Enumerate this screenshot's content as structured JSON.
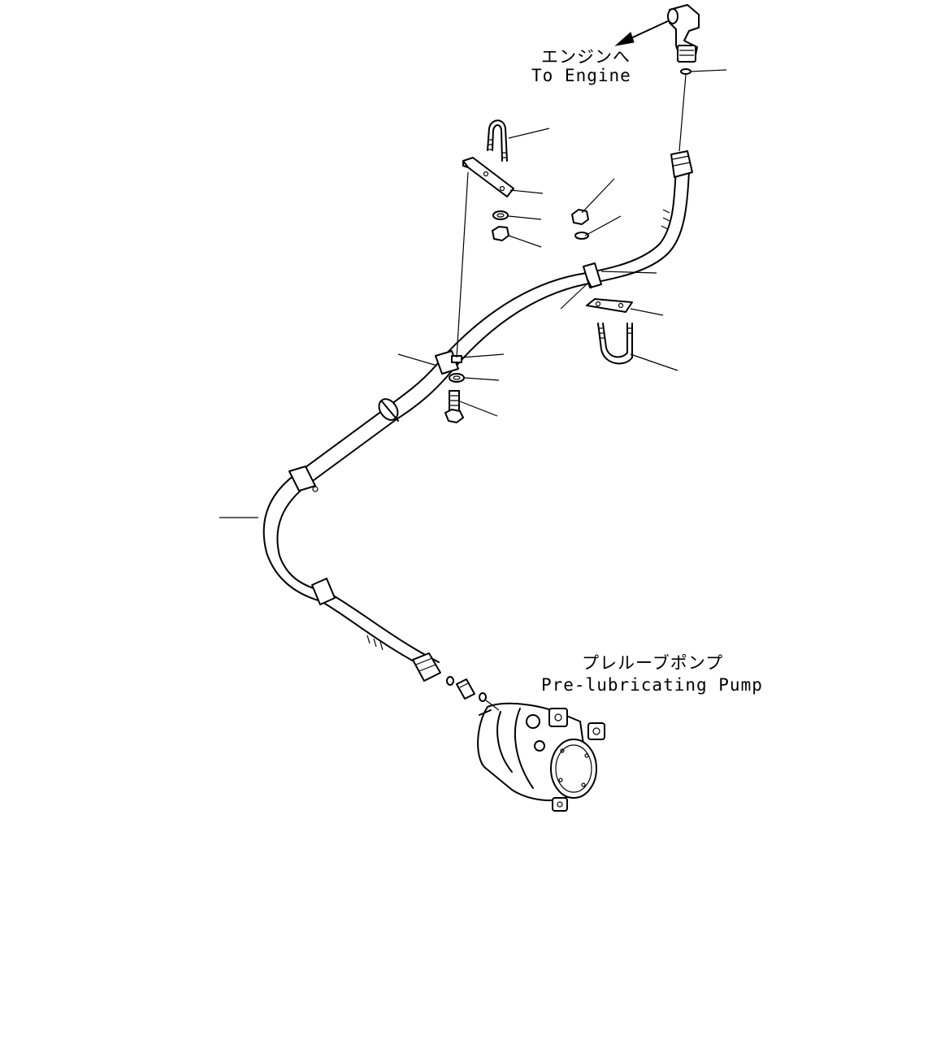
{
  "labels": {
    "engine_jp": "エンジンへ",
    "engine_en": "To Engine",
    "pump_jp": "プレルーブポンプ",
    "pump_en": "Pre-lubricating Pump"
  },
  "colors": {
    "line": "#000000",
    "background": "#ffffff"
  }
}
